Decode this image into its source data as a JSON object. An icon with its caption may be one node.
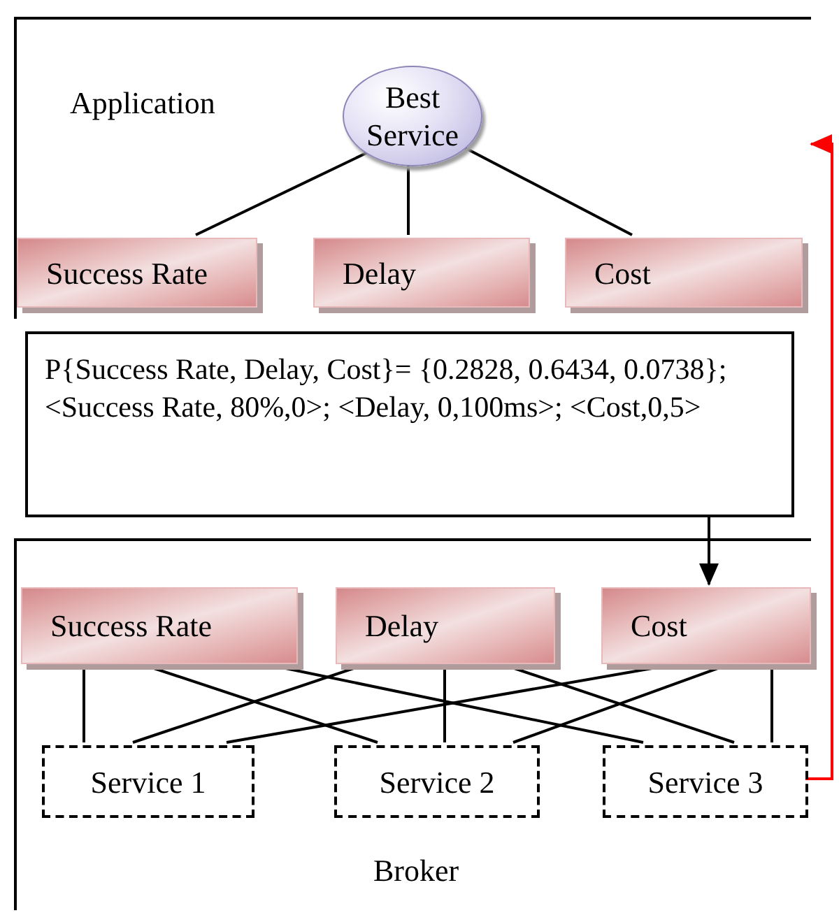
{
  "diagram": {
    "nodes": [
      {
        "text": [
          "Application"
        ]
      },
      {
        "text": [
          "Best Service"
        ],
        "in": 0
      },
      {
        "text": [
          "Success Rate"
        ],
        "in": 0
      },
      {
        "text": [
          "Delay"
        ],
        "in": 0
      },
      {
        "text": [
          "Cost"
        ],
        "in": 0
      },
      {
        "text": [
          "P{Success Rate, Delay, Cost}= {0.2828, 0.6434, 0.0738}; <Success Rate, 80%,0>; <Delay, 0,100ms>; <Cost,0,5>"
        ]
      },
      {
        "text": [
          "Broker"
        ]
      },
      {
        "text": [
          "Success Rate"
        ],
        "in": 6
      },
      {
        "text": [
          "Delay"
        ],
        "in": 6
      },
      {
        "text": [
          "Cost"
        ],
        "in": 6
      },
      {
        "text": [
          "Service 1"
        ],
        "in": 6
      },
      {
        "text": [
          "Service 2"
        ],
        "in": 6
      },
      {
        "text": [
          "Service 3"
        ],
        "in": 6
      }
    ],
    "edges": [
      {
        "from": 1,
        "to": 2,
        "arrow": "none"
      },
      {
        "from": 1,
        "to": 3,
        "arrow": "none"
      },
      {
        "from": 1,
        "to": 4,
        "arrow": "none"
      },
      {
        "from": 7,
        "to": 10,
        "arrow": "none"
      },
      {
        "from": 7,
        "to": 11,
        "arrow": "none"
      },
      {
        "from": 7,
        "to": 12,
        "arrow": "none"
      },
      {
        "from": 8,
        "to": 10,
        "arrow": "none"
      },
      {
        "from": 8,
        "to": 11,
        "arrow": "none"
      },
      {
        "from": 8,
        "to": 12,
        "arrow": "none"
      },
      {
        "from": 9,
        "to": 10,
        "arrow": "none"
      },
      {
        "from": 9,
        "to": 11,
        "arrow": "none"
      },
      {
        "from": 9,
        "to": 12,
        "arrow": "none"
      },
      {
        "from": 5,
        "to": 9,
        "arrow": "to"
      },
      {
        "from": 12,
        "to": 0,
        "arrow": "to",
        "color": "#ff0000"
      }
    ]
  }
}
